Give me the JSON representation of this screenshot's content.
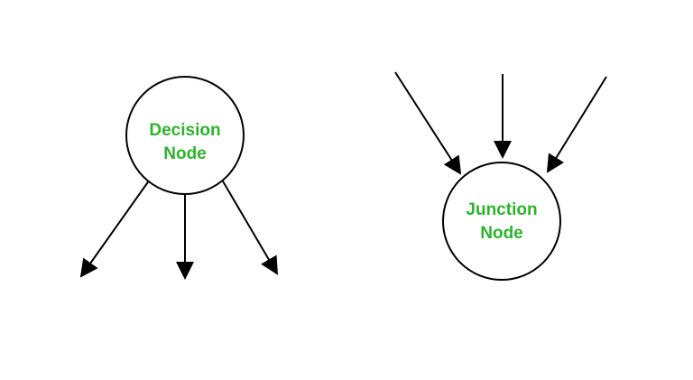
{
  "colors": {
    "node_label": "#2db32d",
    "shape_stroke": "#000000",
    "background": "#ffffff"
  },
  "decision_node": {
    "line1": "Decision",
    "line2": "Node"
  },
  "junction_node": {
    "line1": "Junction",
    "line2": "Node"
  }
}
